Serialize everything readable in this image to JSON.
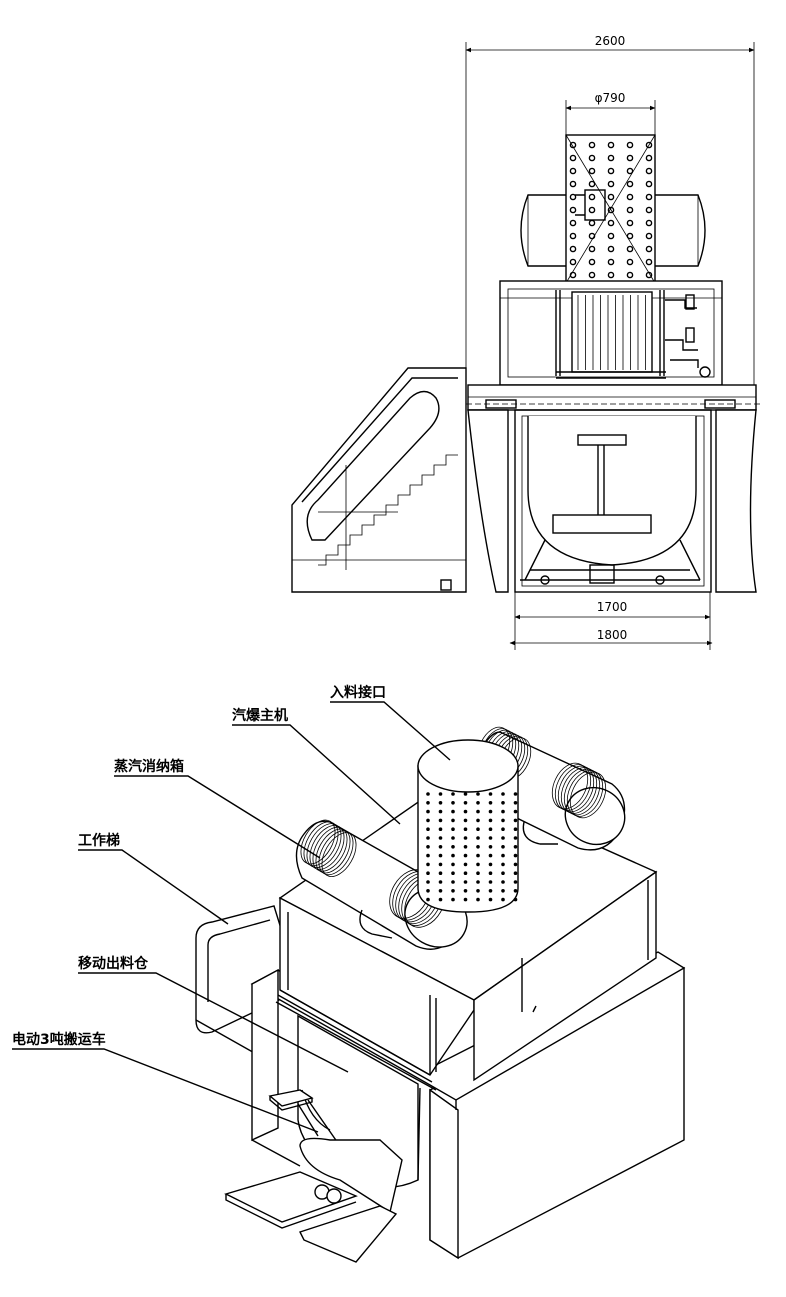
{
  "dimensions": {
    "overall_width": "2600",
    "inlet_diameter": "φ790",
    "inner_width": "1700",
    "outer_width": "1800"
  },
  "labels": {
    "feed_inlet": "入料接口",
    "steam_main": "汽爆主机",
    "steam_silencer": "蒸汽消纳箱",
    "work_ladder": "工作梯",
    "mobile_bin": "移动出料仓",
    "electric_cart": "电动3吨搬运车"
  }
}
